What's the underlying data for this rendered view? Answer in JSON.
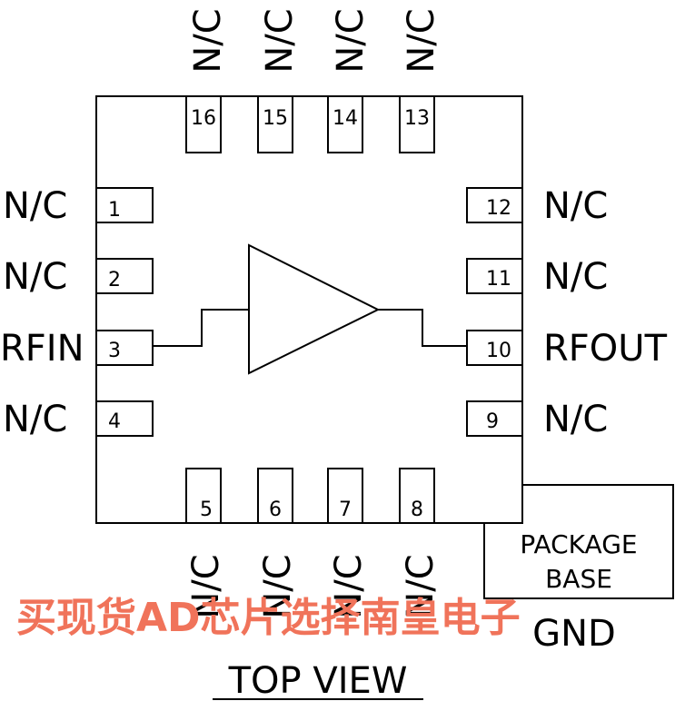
{
  "top_pins": [
    {
      "num": "16",
      "label": "N/C"
    },
    {
      "num": "15",
      "label": "N/C"
    },
    {
      "num": "14",
      "label": "N/C"
    },
    {
      "num": "13",
      "label": "N/C"
    }
  ],
  "bottom_pins": [
    {
      "num": "5",
      "label": "N/C"
    },
    {
      "num": "6",
      "label": "N/C"
    },
    {
      "num": "7",
      "label": "N/C"
    },
    {
      "num": "8",
      "label": "N/C"
    }
  ],
  "left_pins": [
    {
      "num": "1",
      "label": "N/C"
    },
    {
      "num": "2",
      "label": "N/C"
    },
    {
      "num": "3",
      "label": "RFIN"
    },
    {
      "num": "4",
      "label": "N/C"
    }
  ],
  "right_pins": [
    {
      "num": "12",
      "label": "N/C"
    },
    {
      "num": "11",
      "label": "N/C"
    },
    {
      "num": "10",
      "label": "RFOUT"
    },
    {
      "num": "9",
      "label": "N/C"
    }
  ],
  "package_base": {
    "line1": "PACKAGE",
    "line2": "BASE",
    "gnd": "GND"
  },
  "view_label": "TOP VIEW",
  "watermark": "买现货AD芯片选择南皇电子"
}
